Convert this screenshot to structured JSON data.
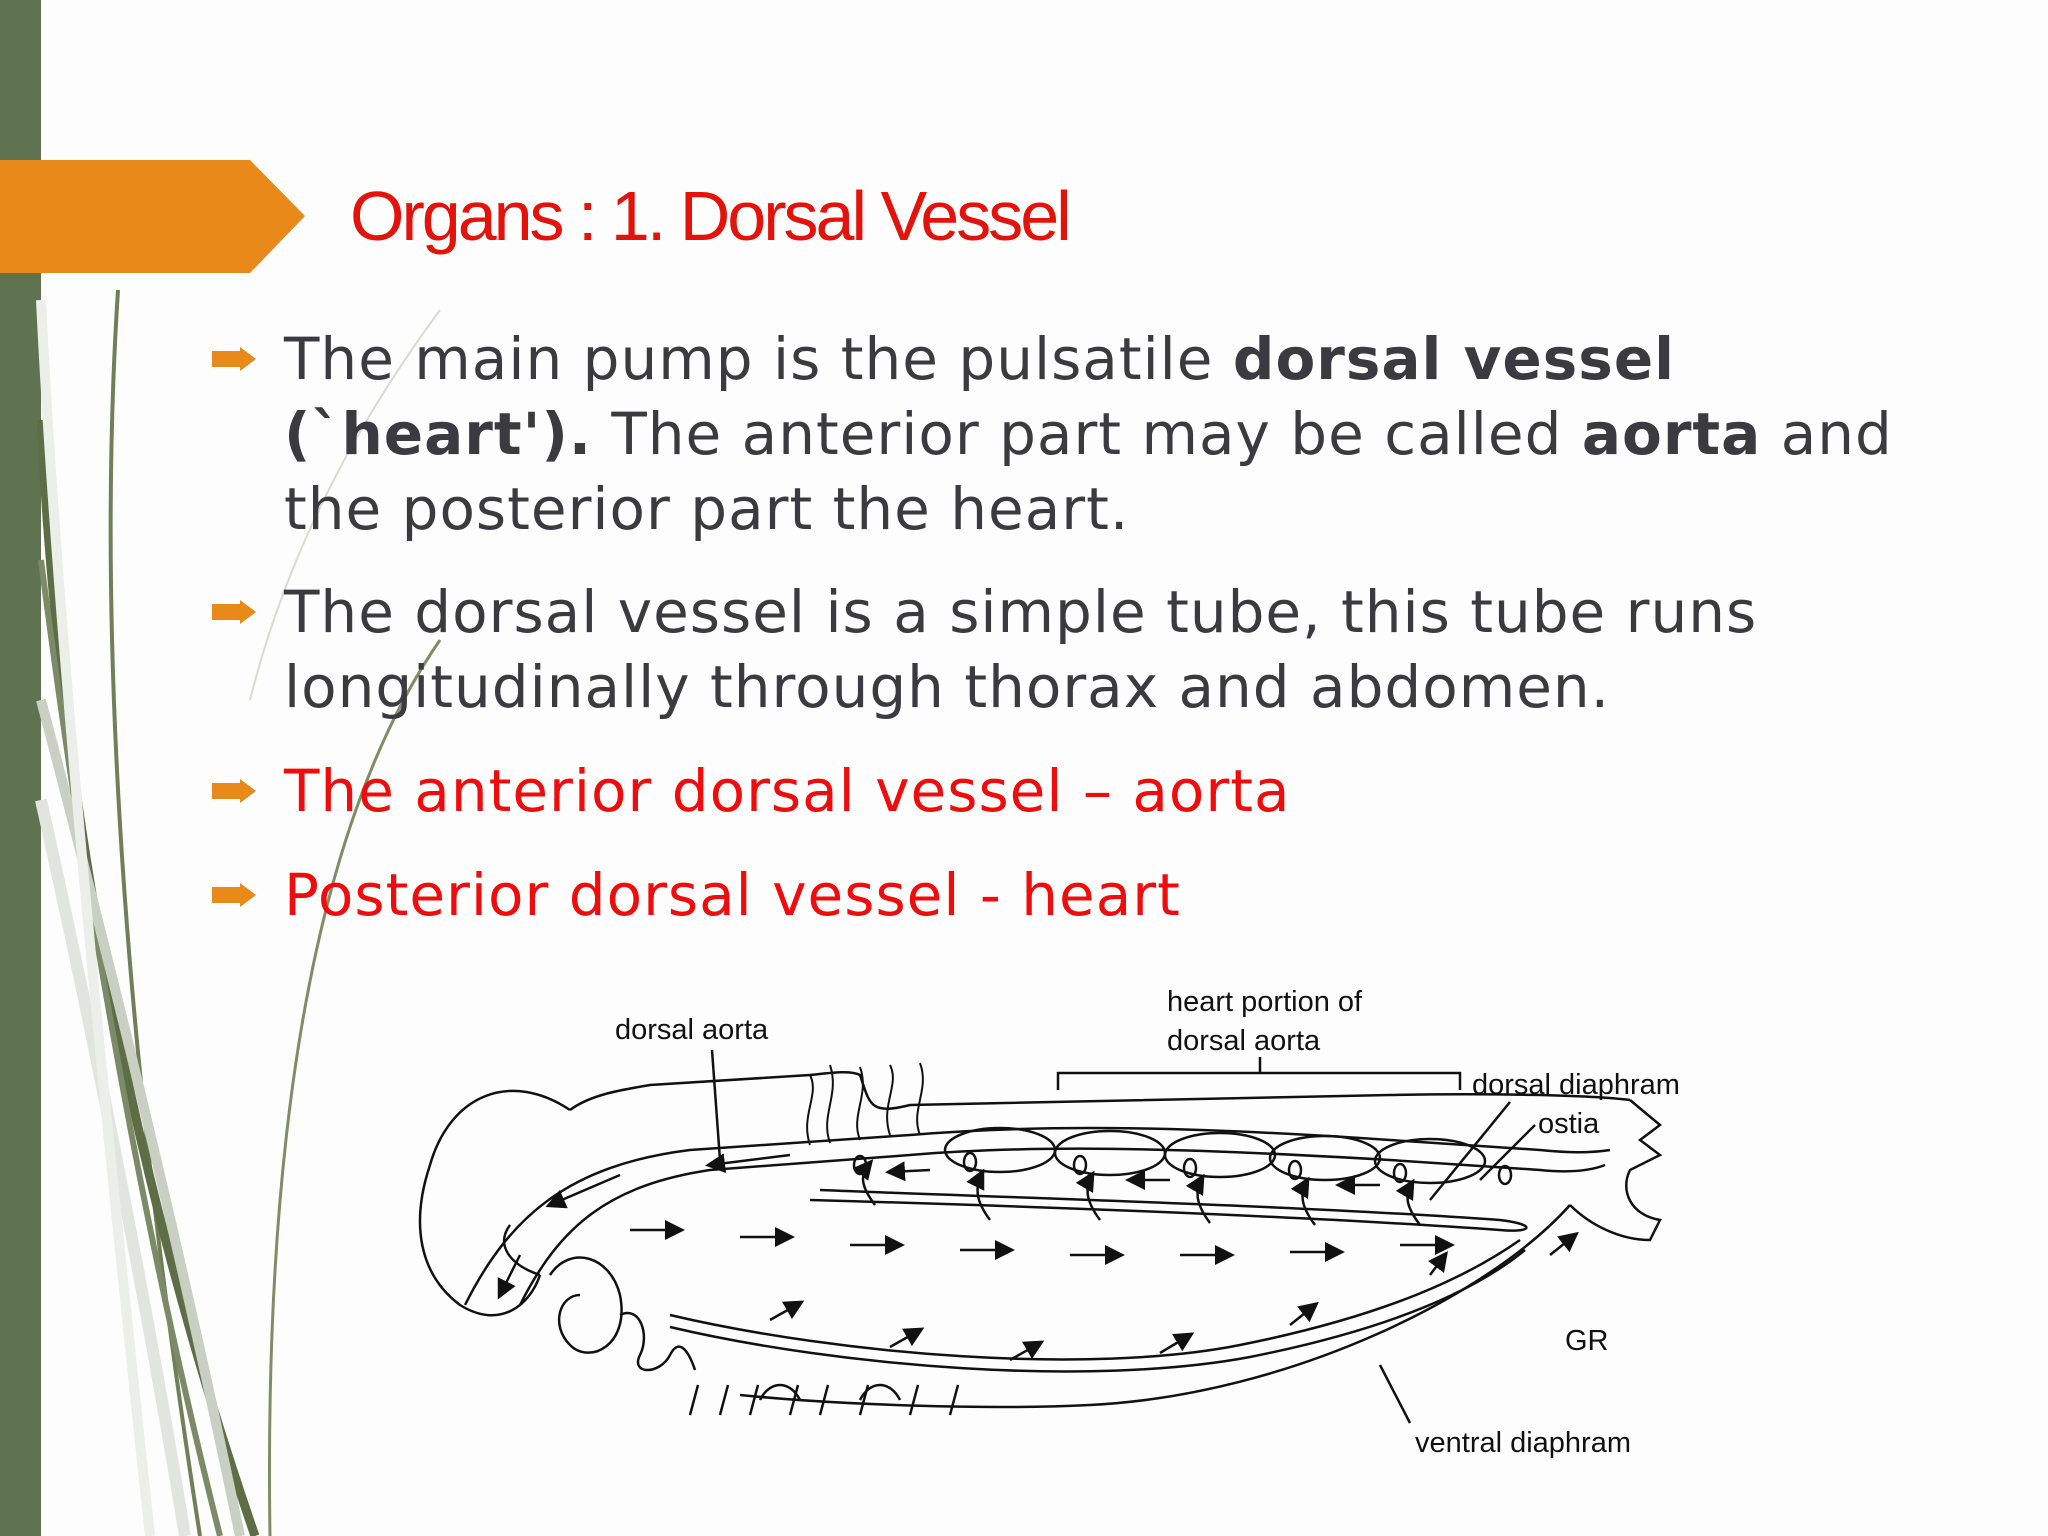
{
  "title": "Organs : 1. Dorsal Vessel",
  "bullets": [
    {
      "text_1": "The main pump is the pulsatile ",
      "bold_1": "dorsal vessel (`heart').",
      "text_2": " The anterior part may be called ",
      "bold_2": "aorta",
      "text_3": " and the posterior part the heart."
    },
    {
      "text": "The dorsal vessel is a simple tube, this tube runs longitudinally through thorax and abdomen."
    },
    {
      "text": "The anterior dorsal vessel – aorta"
    },
    {
      "text": "Posterior dorsal vessel - heart"
    }
  ],
  "diagram": {
    "labels": {
      "dorsal_aorta": "dorsal aorta",
      "heart_portion_line1": "heart portion of",
      "heart_portion_line2": "dorsal aorta",
      "dorsal_diaphram": "dorsal diaphram",
      "ostia": "ostia",
      "ventral_diaphram": "ventral diaphram",
      "signature": "GR"
    }
  },
  "colors": {
    "title": "#e3120b",
    "body_text": "#3b3a40",
    "highlight_text": "#ee0c0c",
    "accent_arrow": "#e8891a",
    "left_bar": "#5f7350"
  }
}
